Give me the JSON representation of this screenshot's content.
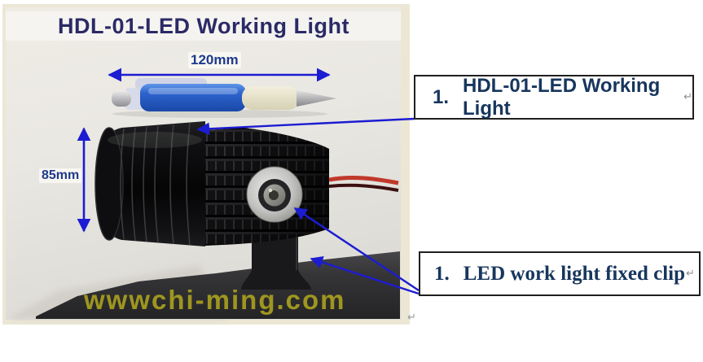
{
  "photo": {
    "title": "HDL-01-LED Working Light",
    "dimensions": {
      "pen_length": "120mm",
      "light_height": "85mm"
    },
    "watermark": "wwwchi-ming.com",
    "return_mark": "↵"
  },
  "callouts": [
    {
      "number": "1.",
      "label": "HDL-01-LED Working Light",
      "return_mark": "↵"
    },
    {
      "number": "1.",
      "label": "LED work light fixed clip",
      "return_mark": "↵"
    }
  ],
  "colors": {
    "annotation_blue": "#1c1cd2",
    "callout_text_navy": "#17365d",
    "title_navy": "#2b2a66",
    "dimension_navy": "#1d3a8c",
    "watermark_olive": "#a59c1f",
    "photo_frame_beige": "#ece7d5",
    "table_dark_gray": "#333335"
  }
}
